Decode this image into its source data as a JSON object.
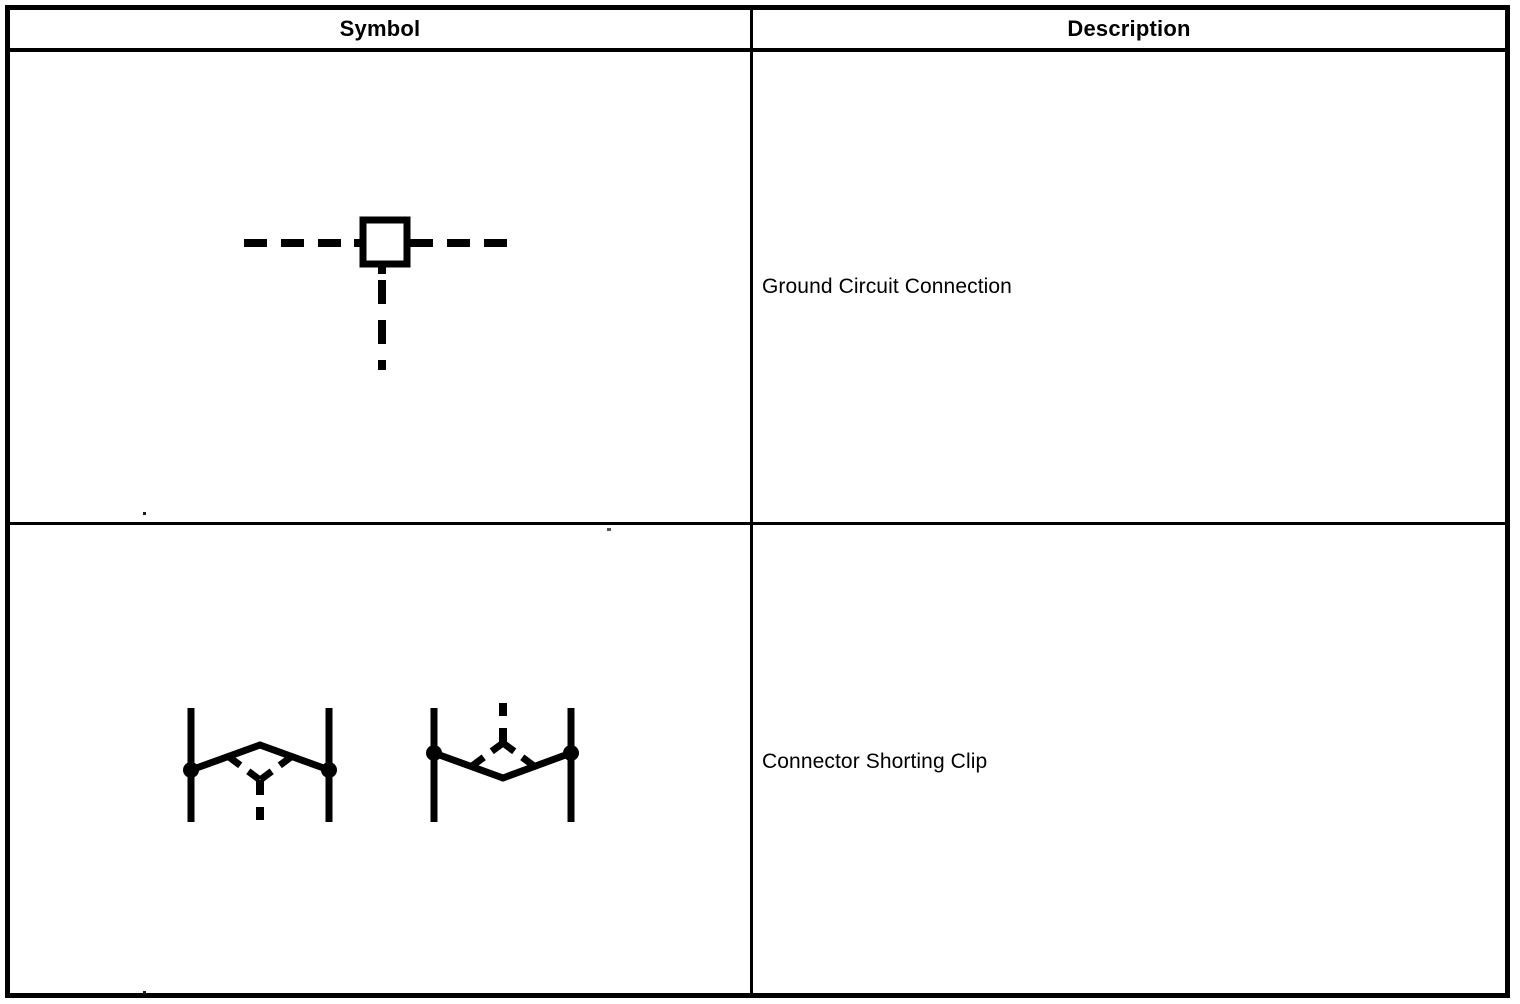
{
  "table": {
    "columns": [
      {
        "key": "symbol",
        "label": "Symbol"
      },
      {
        "key": "description",
        "label": "Description"
      }
    ],
    "rows": [
      {
        "symbol_name": "ground-circuit-connection-symbol",
        "description": "Ground Circuit Connection"
      },
      {
        "symbol_name": "connector-shorting-clip-symbol",
        "description": "Connector Shorting Clip"
      }
    ]
  },
  "style": {
    "ink_color": "#000000",
    "paper_color": "#ffffff"
  },
  "chart_data": {
    "type": "table",
    "title": "",
    "columns": [
      "Symbol",
      "Description"
    ],
    "rows": [
      [
        "ground-circuit-connection-symbol",
        "Ground Circuit Connection"
      ],
      [
        "connector-shorting-clip-symbol",
        "Connector Shorting Clip"
      ]
    ]
  }
}
